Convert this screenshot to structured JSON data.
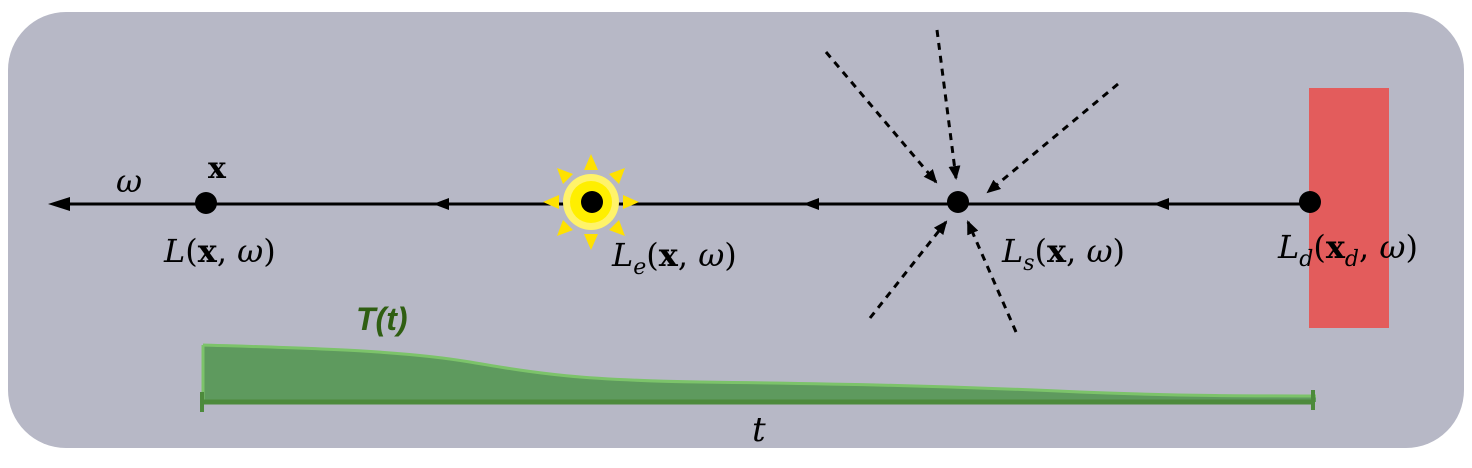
{
  "colors": {
    "background_panel": "#b7b8c6",
    "ray": "#000000",
    "sun_core": "#ffef00",
    "sun_rays": "#ffe100",
    "detector": "#e35c5c",
    "transmittance_fill": "#5e9a5e",
    "transmittance_stroke": "#7cc36a",
    "transmittance_label": "#2f5e12",
    "axis": "#4d8a3c"
  },
  "labels": {
    "omega": "ω",
    "x_point": "x",
    "L": {
      "fn": "L",
      "args_open": "(",
      "x": "x",
      "sep": ", ",
      "omega": "ω",
      "args_close": ")"
    },
    "Le": {
      "fn": "L",
      "sub": "e",
      "args_open": "(",
      "x": "x",
      "sep": ", ",
      "omega": "ω",
      "args_close": ")"
    },
    "Ls": {
      "fn": "L",
      "sub": "s",
      "args_open": "(",
      "x": "x",
      "sep": ", ",
      "omega": "ω",
      "args_close": ")"
    },
    "Ld": {
      "fn": "L",
      "sub": "d",
      "args_open": "(",
      "x": "x",
      "xsub": "d",
      "sep": ", ",
      "omega": "ω",
      "args_close": ")"
    },
    "transmittance": "T(t)",
    "t_axis": "t"
  },
  "icons": {
    "sun": "sun-icon",
    "detector": "detector-block",
    "scatter": "scatter-arrows"
  }
}
